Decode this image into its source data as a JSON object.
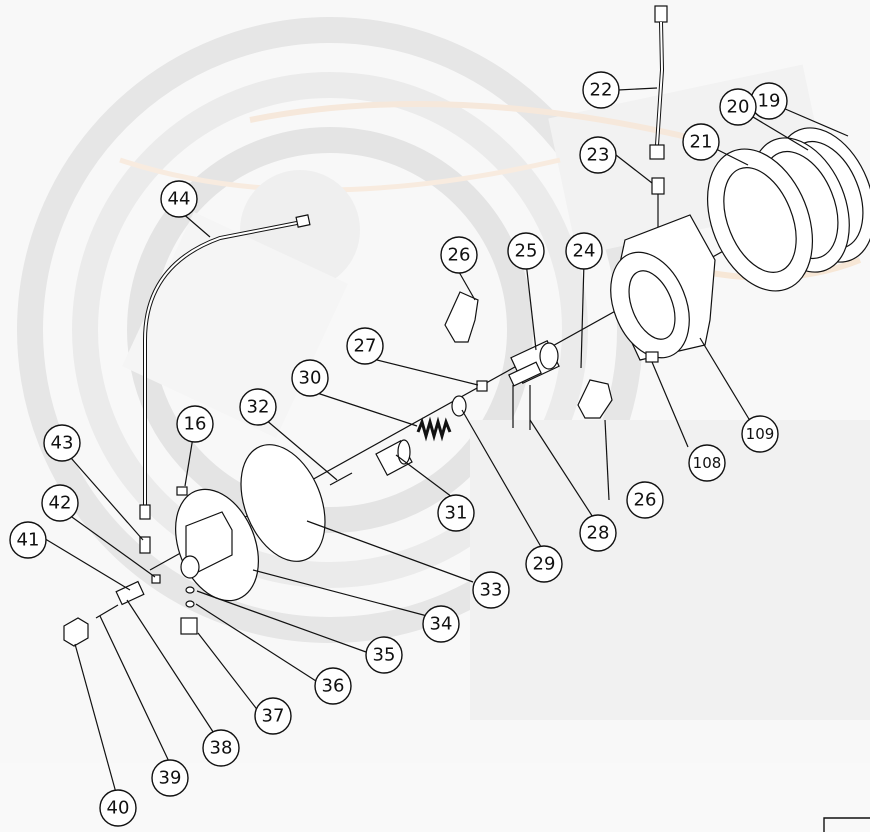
{
  "callouts": [
    "16",
    "19",
    "20",
    "21",
    "22",
    "23",
    "24",
    "25",
    "26",
    "26",
    "27",
    "28",
    "29",
    "30",
    "31",
    "32",
    "33",
    "34",
    "35",
    "36",
    "37",
    "38",
    "39",
    "40",
    "41",
    "42",
    "43",
    "44",
    "108",
    "109"
  ]
}
